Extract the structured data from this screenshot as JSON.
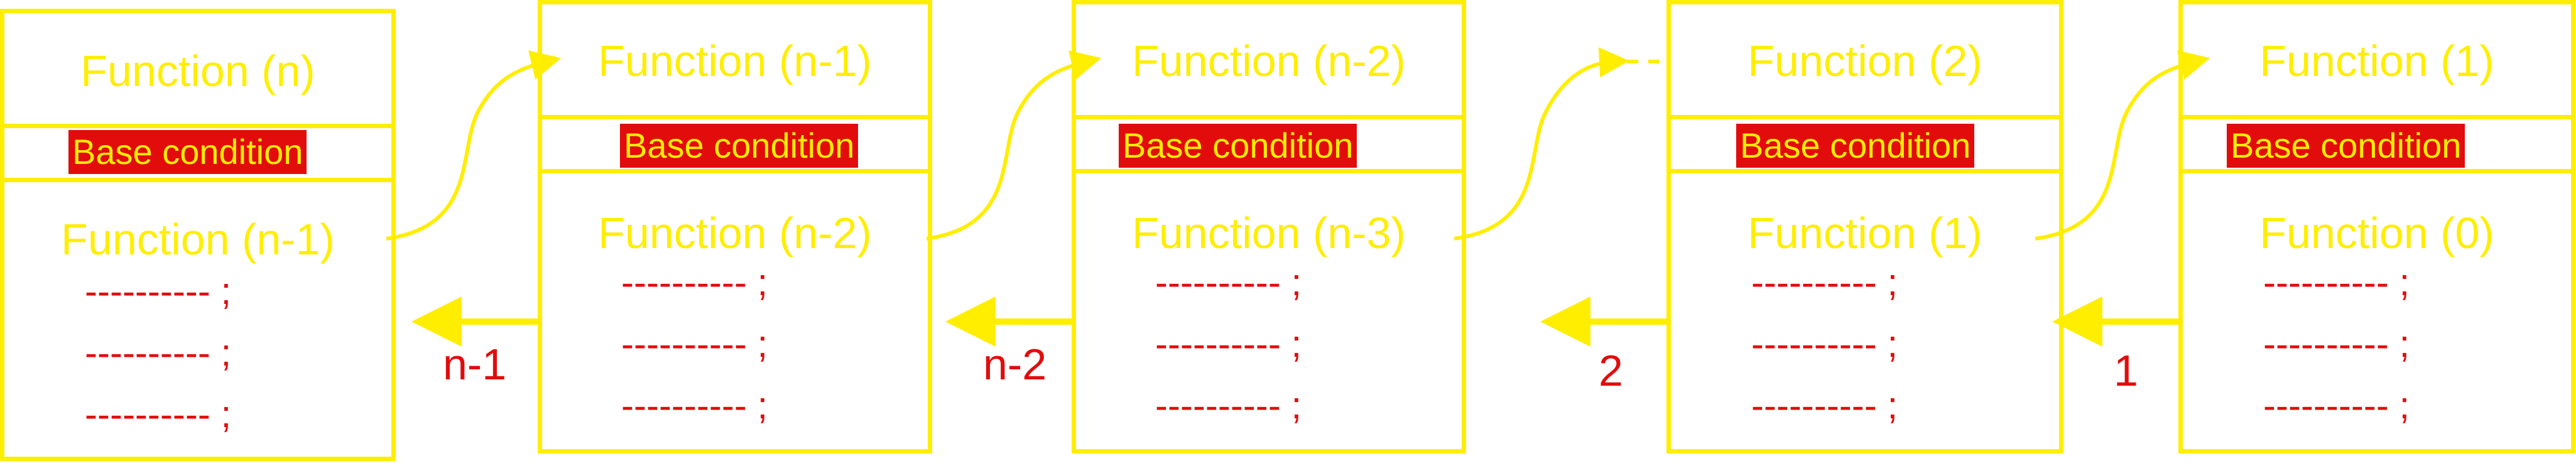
{
  "colors": {
    "box": "#ffee00",
    "highlight": "#e20c0c",
    "dashes": "#e20c0c",
    "return_label": "#e20c0c"
  },
  "frames": [
    {
      "title": "Function (n)",
      "base_condition": "Base condition",
      "call": "Function (n-1)",
      "statements": [
        "---------- ;",
        "---------- ;",
        "---------- ;"
      ]
    },
    {
      "title": "Function (n-1)",
      "base_condition": "Base condition",
      "call": "Function (n-2)",
      "statements": [
        "---------- ;",
        "---------- ;",
        "---------- ;"
      ]
    },
    {
      "title": "Function (n-2)",
      "base_condition": "Base condition",
      "call": "Function (n-3)",
      "statements": [
        "---------- ;",
        "---------- ;",
        "---------- ;"
      ]
    },
    {
      "title": "Function (2)",
      "base_condition": "Base condition",
      "call": "Function (1)",
      "statements": [
        "---------- ;",
        "---------- ;",
        "---------- ;"
      ]
    },
    {
      "title": "Function (1)",
      "base_condition": "Base condition",
      "call": "Function (0)",
      "statements": [
        "---------- ;",
        "---------- ;",
        "---------- ;"
      ]
    }
  ],
  "return_values": [
    "n-1",
    "n-2",
    "2",
    "1"
  ]
}
